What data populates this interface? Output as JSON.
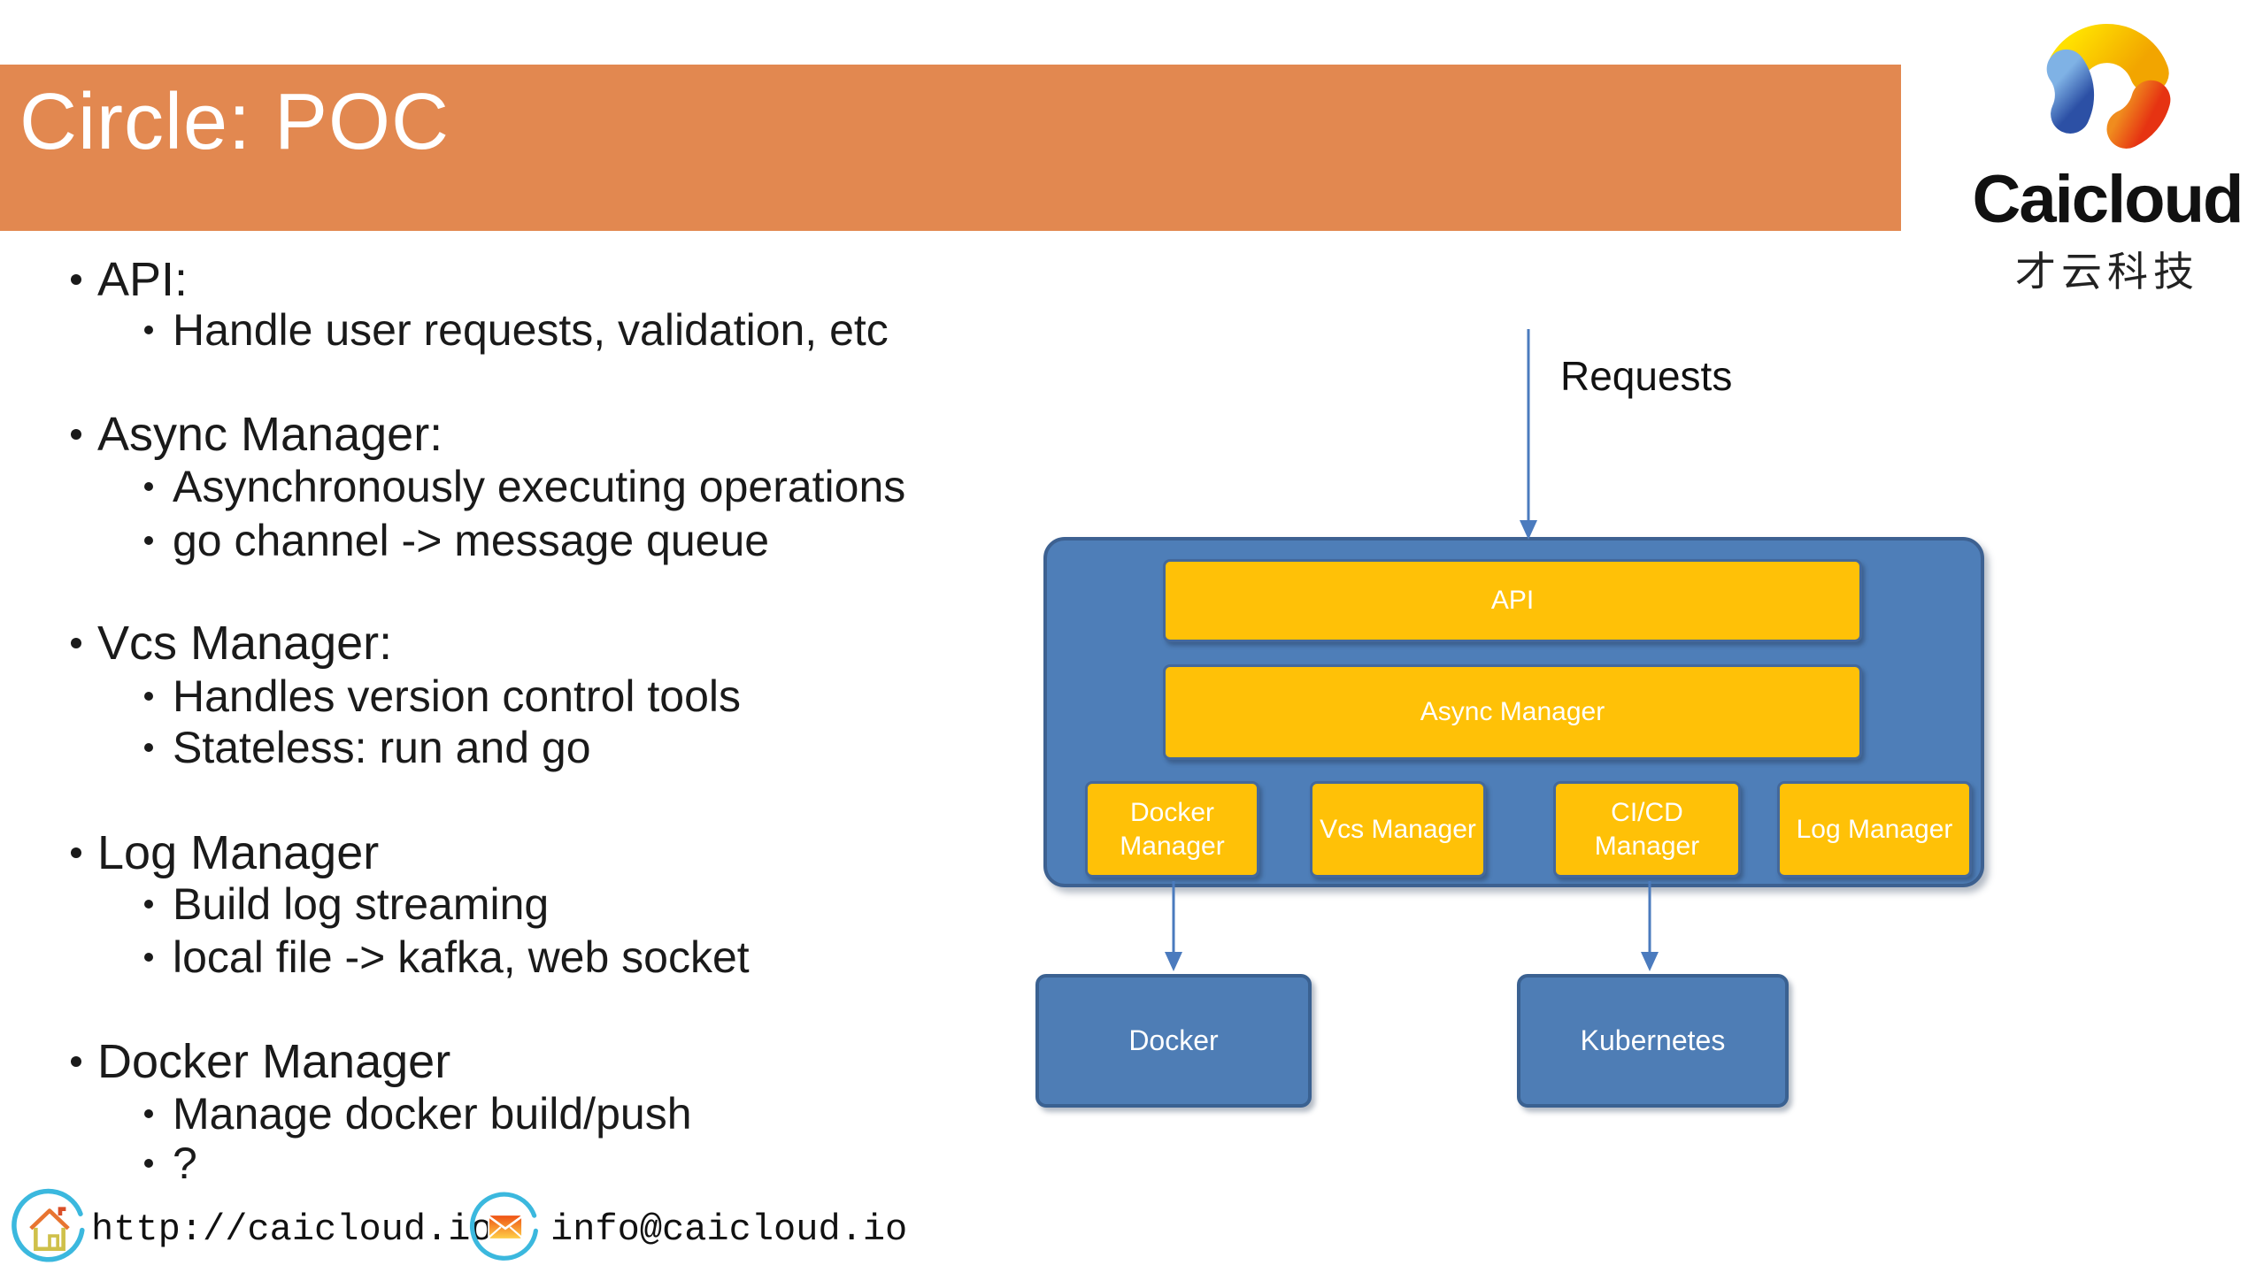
{
  "header": {
    "title": "Circle: POC"
  },
  "logo": {
    "brand": "Caicloud",
    "tagline_cn": "才云科技"
  },
  "bullets": {
    "items": [
      {
        "level": 1,
        "text": "API:"
      },
      {
        "level": 2,
        "text": "Handle user requests, validation, etc"
      },
      {
        "level": 1,
        "text": "Async Manager:"
      },
      {
        "level": 2,
        "text": "Asynchronously executing operations"
      },
      {
        "level": 2,
        "text": "go channel -> message queue"
      },
      {
        "level": 1,
        "text": "Vcs Manager:"
      },
      {
        "level": 2,
        "text": "Handles version control tools"
      },
      {
        "level": 2,
        "text": "Stateless: run and go"
      },
      {
        "level": 1,
        "text": "Log Manager"
      },
      {
        "level": 2,
        "text": "Build log streaming"
      },
      {
        "level": 2,
        "text": "local file -> kafka, web socket"
      },
      {
        "level": 1,
        "text": "Docker Manager"
      },
      {
        "level": 2,
        "text": "Manage docker build/push"
      },
      {
        "level": 2,
        "text": "?"
      }
    ]
  },
  "diagram": {
    "requests_label": "Requests",
    "api_label": "API",
    "async_label": "Async Manager",
    "docker_manager_label": "Docker Manager",
    "vcs_manager_label": "Vcs Manager",
    "cicd_manager_label": "CI/CD Manager",
    "log_manager_label": "Log Manager",
    "docker_node_label": "Docker",
    "kubernetes_node_label": "Kubernetes",
    "edges": [
      {
        "from": "requests",
        "to": "container"
      },
      {
        "from": "docker-manager",
        "to": "docker"
      },
      {
        "from": "cicd-manager",
        "to": "kubernetes"
      }
    ]
  },
  "footer": {
    "website": "http://caicloud.io",
    "email": "info@caicloud.io"
  },
  "colors": {
    "banner_orange": "#E28850",
    "container_blue": "#4E7EB8",
    "node_blue": "#4E7DB5",
    "box_yellow": "#FFC107",
    "border_blue": "#3D6191",
    "arrow_blue": "#4B7BBE",
    "footer_icon_cyan": "#3BB8DE"
  }
}
